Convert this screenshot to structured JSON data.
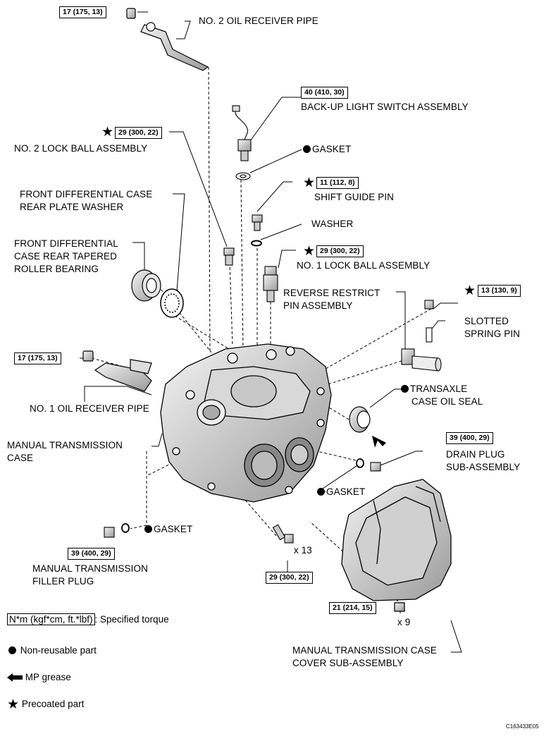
{
  "labels": {
    "no2_oil_receiver_pipe": "NO. 2 OIL RECEIVER PIPE",
    "backup_light_switch": "BACK-UP LIGHT SWITCH ASSEMBLY",
    "no2_lock_ball": "NO. 2 LOCK BALL ASSEMBLY",
    "gasket_1": "GASKET",
    "shift_guide_pin": "SHIFT GUIDE PIN",
    "front_diff_washer_1": "FRONT DIFFERENTIAL CASE",
    "front_diff_washer_2": "REAR PLATE WASHER",
    "washer": "WASHER",
    "front_diff_bearing_1": "FRONT DIFFERENTIAL",
    "front_diff_bearing_2": "CASE REAR TAPERED",
    "front_diff_bearing_3": "ROLLER BEARING",
    "no1_lock_ball": "NO. 1 LOCK BALL ASSEMBLY",
    "reverse_restrict_1": "REVERSE RESTRICT",
    "reverse_restrict_2": "PIN ASSEMBLY",
    "slotted_pin_1": "SLOTTED",
    "slotted_pin_2": "SPRING PIN",
    "no1_oil_receiver_pipe": "NO. 1 OIL RECEIVER PIPE",
    "transaxle_seal_1": "TRANSAXLE",
    "transaxle_seal_2": "CASE OIL SEAL",
    "mt_case_1": "MANUAL TRANSMISSION",
    "mt_case_2": "CASE",
    "drain_plug_1": "DRAIN PLUG",
    "drain_plug_2": "SUB-ASSEMBLY",
    "gasket_2": "GASKET",
    "gasket_3": "GASKET",
    "filler_plug_1": "MANUAL TRANSMISSION",
    "filler_plug_2": "FILLER PLUG",
    "qty_13": "x 13",
    "qty_9": "x 9",
    "cover_1": "MANUAL TRANSMISSION CASE",
    "cover_2": "COVER SUB-ASSEMBLY"
  },
  "torques": {
    "t_no2_pipe": "17 (175, 13)",
    "t_backup_switch": "40 (410, 30)",
    "t_no2_lock_ball": "29 (300, 22)",
    "t_shift_guide": "11 (112, 8)",
    "t_no1_lock_ball": "29 (300, 22)",
    "t_reverse_pin": "13 (130, 9)",
    "t_no1_pipe": "17 (175, 13)",
    "t_drain_plug": "39 (400, 29)",
    "t_filler_plug": "39 (400, 29)",
    "t_case_bolts": "29 (300, 22)",
    "t_cover_bolts": "21 (214, 15)"
  },
  "legend": {
    "torque_box": "N*m (kgf*cm, ft.*lbf)",
    "torque_text": ": Specified torque",
    "non_reusable": "Non-reusable part",
    "mp_grease": "MP grease",
    "precoated": "Precoated part"
  },
  "figure_code": "C163433E05",
  "colors": {
    "ink": "#000000",
    "paper": "#ffffff",
    "shade": "#bdbdbd"
  }
}
